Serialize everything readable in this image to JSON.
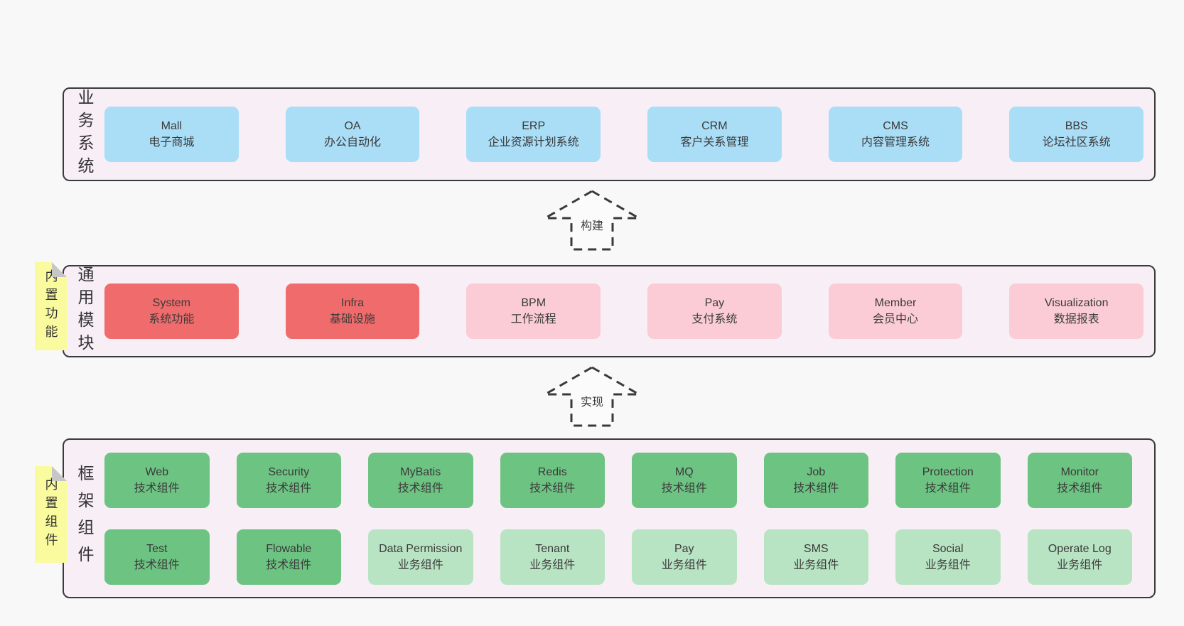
{
  "colors": {
    "page_bg": "#f8f8f8",
    "panel_bg": "#f8eef6",
    "panel_border": "#3a3a3a",
    "blue": "#aadef7",
    "red": "#f06c6c",
    "pink": "#fbccd5",
    "green": "#6dc382",
    "green_light": "#b9e4c3",
    "sticky_yellow": "#fafa9e",
    "fold_gray": "#c6c6c6",
    "text": "#3a3a3a"
  },
  "arrows": [
    {
      "label": "构建"
    },
    {
      "label": "实现"
    }
  ],
  "sections": [
    {
      "side_label": "业务系统",
      "rows": [
        [
          {
            "title": "Mall",
            "subtitle": "电子商城",
            "variant": "blue"
          },
          {
            "title": "OA",
            "subtitle": "办公自动化",
            "variant": "blue"
          },
          {
            "title": "ERP",
            "subtitle": "企业资源计划系统",
            "variant": "blue"
          },
          {
            "title": "CRM",
            "subtitle": "客户关系管理",
            "variant": "blue"
          },
          {
            "title": "CMS",
            "subtitle": "内容管理系统",
            "variant": "blue"
          },
          {
            "title": "BBS",
            "subtitle": "论坛社区系统",
            "variant": "blue"
          }
        ]
      ]
    },
    {
      "side_label": "通用模块",
      "sticky": {
        "label": "内置功能"
      },
      "rows": [
        [
          {
            "title": "System",
            "subtitle": "系统功能",
            "variant": "red"
          },
          {
            "title": "Infra",
            "subtitle": "基础设施",
            "variant": "red"
          },
          {
            "title": "BPM",
            "subtitle": "工作流程",
            "variant": "pink"
          },
          {
            "title": "Pay",
            "subtitle": "支付系统",
            "variant": "pink"
          },
          {
            "title": "Member",
            "subtitle": "会员中心",
            "variant": "pink"
          },
          {
            "title": "Visualization",
            "subtitle": "数据报表",
            "variant": "pink"
          }
        ]
      ]
    },
    {
      "side_label": "框架组件",
      "sticky": {
        "label": "内置组件"
      },
      "rows": [
        [
          {
            "title": "Web",
            "subtitle": "技术组件",
            "variant": "green"
          },
          {
            "title": "Security",
            "subtitle": "技术组件",
            "variant": "green"
          },
          {
            "title": "MyBatis",
            "subtitle": "技术组件",
            "variant": "green"
          },
          {
            "title": "Redis",
            "subtitle": "技术组件",
            "variant": "green"
          },
          {
            "title": "MQ",
            "subtitle": "技术组件",
            "variant": "green"
          },
          {
            "title": "Job",
            "subtitle": "技术组件",
            "variant": "green"
          },
          {
            "title": "Protection",
            "subtitle": "技术组件",
            "variant": "green"
          },
          {
            "title": "Monitor",
            "subtitle": "技术组件",
            "variant": "green"
          }
        ],
        [
          {
            "title": "Test",
            "subtitle": "技术组件",
            "variant": "green"
          },
          {
            "title": "Flowable",
            "subtitle": "技术组件",
            "variant": "green"
          },
          {
            "title": "Data Permission",
            "subtitle": "业务组件",
            "variant": "green-light"
          },
          {
            "title": "Tenant",
            "subtitle": "业务组件",
            "variant": "green-light"
          },
          {
            "title": "Pay",
            "subtitle": "业务组件",
            "variant": "green-light"
          },
          {
            "title": "SMS",
            "subtitle": "业务组件",
            "variant": "green-light"
          },
          {
            "title": "Social",
            "subtitle": "业务组件",
            "variant": "green-light"
          },
          {
            "title": "Operate Log",
            "subtitle": "业务组件",
            "variant": "green-light"
          }
        ]
      ]
    }
  ]
}
